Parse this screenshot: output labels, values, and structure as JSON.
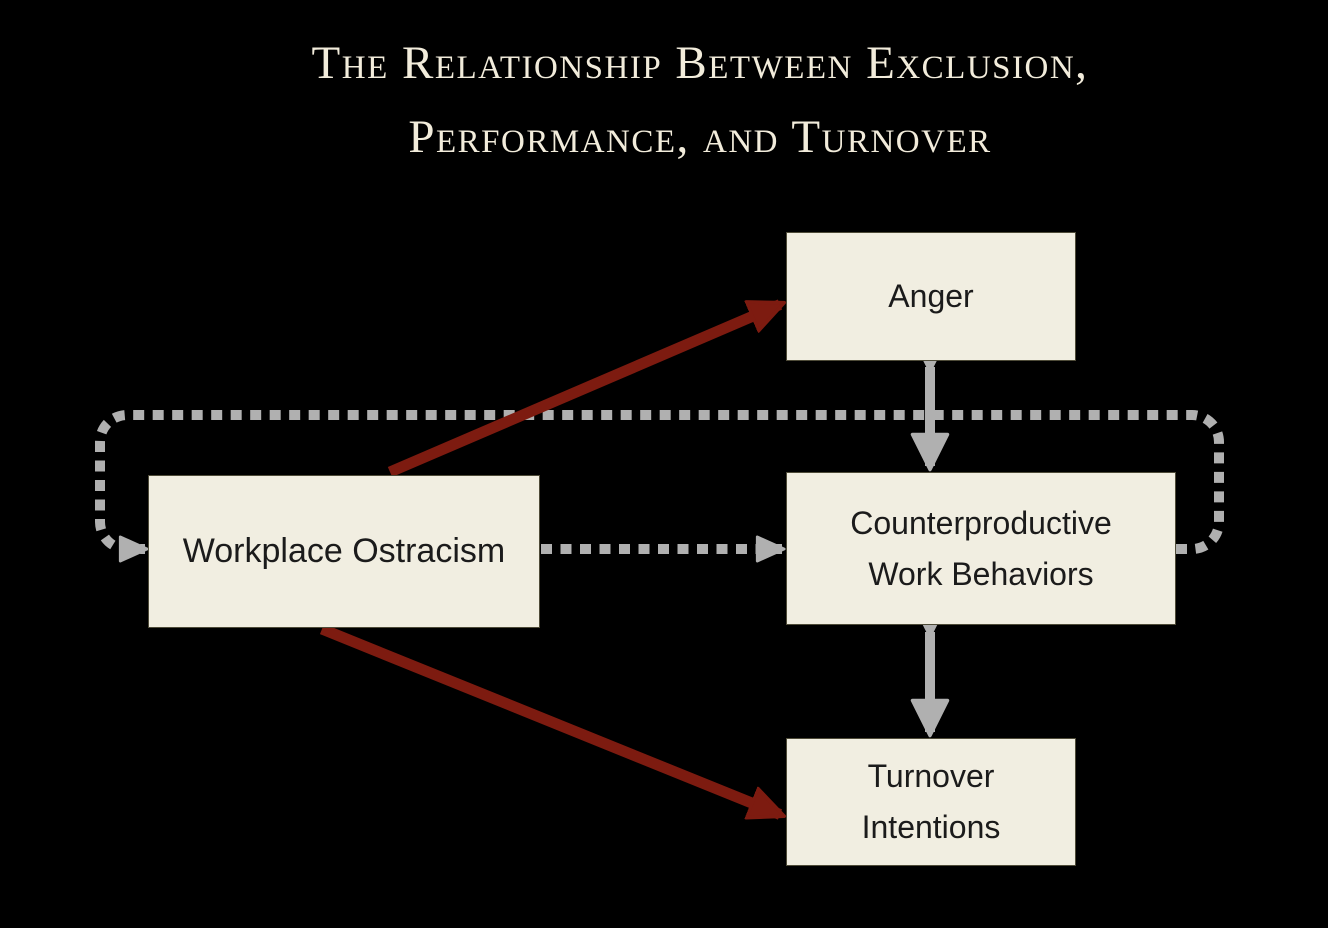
{
  "title": "The Relationship Between Exclusion,\nPerformance, and Turnover",
  "nodes": [
    {
      "id": "workplace-ostracism",
      "label": "Workplace Ostracism"
    },
    {
      "id": "anger",
      "label": "Anger"
    },
    {
      "id": "counterproductive-work-behaviors",
      "label": "Counterproductive\nWork Behaviors"
    },
    {
      "id": "turnover-intentions",
      "label": "Turnover\nIntentions"
    }
  ],
  "edges": [
    {
      "from": "workplace-ostracism",
      "to": "anger",
      "line": "solid",
      "color": "dark-red",
      "direction": "one-way"
    },
    {
      "from": "workplace-ostracism",
      "to": "turnover-intentions",
      "line": "solid",
      "color": "dark-red",
      "direction": "one-way"
    },
    {
      "from": "workplace-ostracism",
      "to": "counterproductive-work-behaviors",
      "line": "dotted",
      "color": "gray",
      "direction": "one-way"
    },
    {
      "from": "counterproductive-work-behaviors",
      "to": "workplace-ostracism",
      "line": "dotted",
      "color": "gray",
      "direction": "one-way",
      "route": "loop-around-top"
    },
    {
      "from": "anger",
      "to": "counterproductive-work-behaviors",
      "line": "solid",
      "color": "gray",
      "direction": "two-way"
    },
    {
      "from": "counterproductive-work-behaviors",
      "to": "turnover-intentions",
      "line": "solid",
      "color": "gray",
      "direction": "two-way"
    }
  ],
  "colors": {
    "background": "#000000",
    "title_text": "#f2ecdb",
    "box_fill": "#f1eee1",
    "box_border": "#4e4b38",
    "box_text": "#1b1b1b",
    "red_arrow": "#7d1b10",
    "gray_arrow": "#b0b0b0"
  }
}
